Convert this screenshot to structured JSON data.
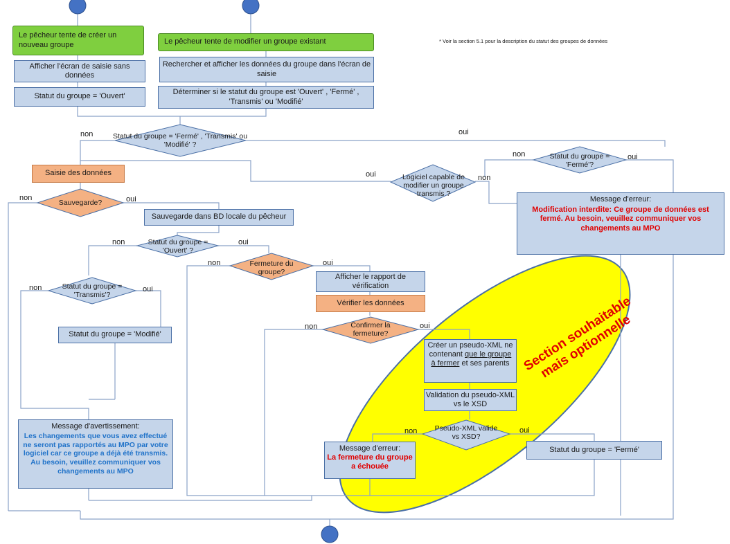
{
  "note": "* Voir la section 5.1 pour la description du statut des groupes de données",
  "start_new": "Le pêcheur tente de créer un nouveau groupe",
  "start_modify": "Le pêcheur tente de modifier un groupe existant",
  "show_empty_screen": "Afficher l'écran de saisie sans données",
  "status_open": "Statut du groupe = 'Ouvert'",
  "search_display": "Rechercher et afficher les données du groupe dans l'écran de saisie",
  "determine_status": "Déterminer si le statut du groupe est 'Ouvert' , 'Fermé' , 'Transmis' ou 'Modifié'",
  "decision_status": "Statut du groupe = 'Fermé' , 'Transmis' ou 'Modifié' ?",
  "decision_closed": "Statut du groupe = 'Fermé'?",
  "decision_software": "Logiciel capable de modifier un groupe transmis ?",
  "data_entry": "Saisie des données",
  "decision_save": "Sauvegarde?",
  "save_local": "Sauvegarde dans BD locale du pêcheur",
  "decision_open": "Statut du groupe = 'Ouvert' ?",
  "decision_transmitted": "Statut du groupe = 'Transmis'?",
  "status_modified": "Statut du groupe = 'Modifié'",
  "decision_close_group": "Fermeture du groupe?",
  "show_report": "Afficher le rapport de vérification",
  "verify_data": "Vérifier les données",
  "decision_confirm_close": "Confirmer la fermeture?",
  "create_pseudo_xml": {
    "part1": "Créer un pseudo-XML ne contenant ",
    "underlined": "que le groupe à fermer",
    "part2": " et ses parents"
  },
  "validate_pseudo_xml": "Validation du pseudo-XML vs le XSD",
  "decision_valid_xsd": "Pseudo-XML valide vs XSD?",
  "status_closed": "Statut du groupe = 'Fermé'",
  "error_close": {
    "title": "Message d'erreur:",
    "body": "La fermeture du groupe a échouée"
  },
  "error_modify": {
    "title": "Message d'erreur:",
    "body": "Modification interdite: Ce groupe de données est fermé. Au besoin, veuillez communiquer vos changements au MPO"
  },
  "warning": {
    "title": "Message d'avertissement:",
    "body": "Les changements que vous avez effectué ne seront pas rapportés au MPO par votre logiciel car ce groupe a déjà été transmis. Au besoin, veuillez communiquer vos changements au MPO"
  },
  "optional_section": "Section souhaitable mais optionnelle",
  "labels": {
    "yes": "oui",
    "no": "non"
  },
  "colors": {
    "process_fill": "#c5d5ea",
    "start_fill": "#7fcf3f",
    "orange_fill": "#f4b183",
    "optional_ellipse": "#ffff00",
    "error_text": "#e00000",
    "warning_text": "#2173c9",
    "terminal": "#4472c4"
  }
}
